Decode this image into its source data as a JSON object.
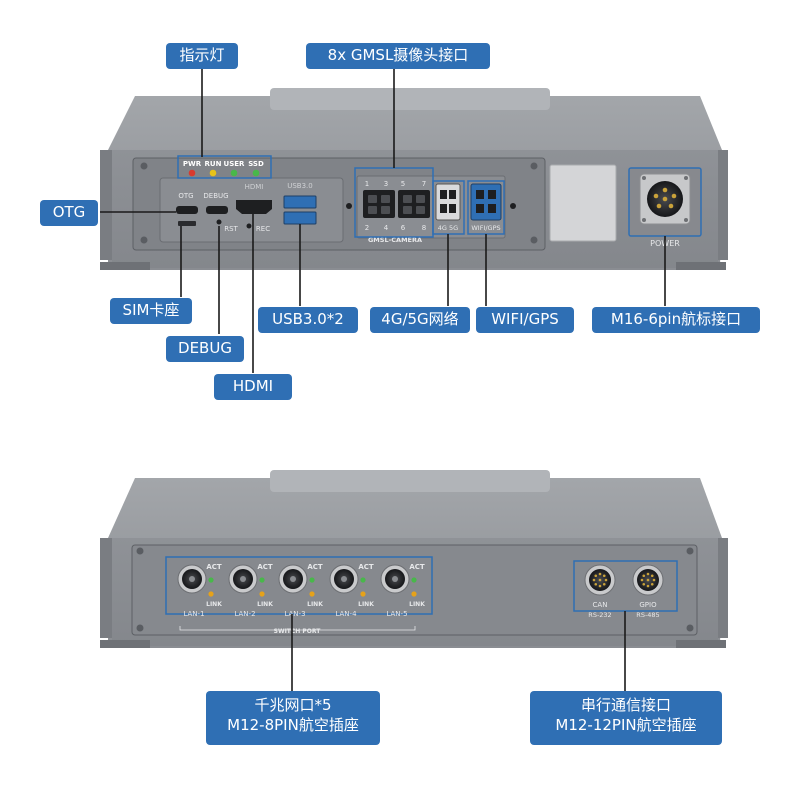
{
  "top_device": {
    "indicator_labels": [
      "PWR",
      "RUN",
      "USER",
      "SSD"
    ],
    "indicator_colors": [
      "#d83a2f",
      "#e6c21a",
      "#48b84a",
      "#48b84a"
    ],
    "port_labels": {
      "otg": "OTG",
      "debug": "DEBUG",
      "hdmi": "HDMI",
      "usb": "USB3.0",
      "rst": "RST",
      "rec": "REC",
      "camera_top_numbers": [
        "1",
        "3",
        "5",
        "7"
      ],
      "camera_bottom_numbers": [
        "2",
        "4",
        "6",
        "8"
      ],
      "camera_title": "GMSL-CAMERA",
      "lte_label": "4G 5G",
      "wifi_label": "WIFI/GPS",
      "power_label": "POWER"
    }
  },
  "bottom_device": {
    "lan_ports": [
      {
        "label": "LAN-1",
        "act": "ACT",
        "link": "LINK"
      },
      {
        "label": "LAN-2",
        "act": "ACT",
        "link": "LINK"
      },
      {
        "label": "LAN-3",
        "act": "ACT",
        "link": "LINK"
      },
      {
        "label": "LAN-4",
        "act": "ACT",
        "link": "LINK"
      },
      {
        "label": "LAN-5",
        "act": "ACT",
        "link": "LINK"
      }
    ],
    "switch_label": "SWITCH PORT",
    "serial_ports": [
      {
        "label": "CAN",
        "sub": "RS-232"
      },
      {
        "label": "GPIO",
        "sub": "RS-485"
      }
    ]
  },
  "callouts": {
    "indicator": "指示灯",
    "gmsl": "8x GMSL摄像头接口",
    "otg": "OTG",
    "sim": "SIM卡座",
    "debug": "DEBUG",
    "hdmi": "HDMI",
    "usb": "USB3.0*2",
    "lte": "4G/5G网络",
    "wifi": "WIFI/GPS",
    "m16": "M16-6pin航标接口",
    "lan_line1": "千兆网口*5",
    "lan_line2": "M12-8PIN航空插座",
    "serial_line1": "串行通信接口",
    "serial_line2": "M12-12PIN航空插座"
  },
  "colors": {
    "callout_blue": "#2f6fb4",
    "device_gray": "#8e9196",
    "panel_gray": "#7d8085",
    "port_black": "#1e1f21",
    "leader_line": "#1a1a1a"
  }
}
